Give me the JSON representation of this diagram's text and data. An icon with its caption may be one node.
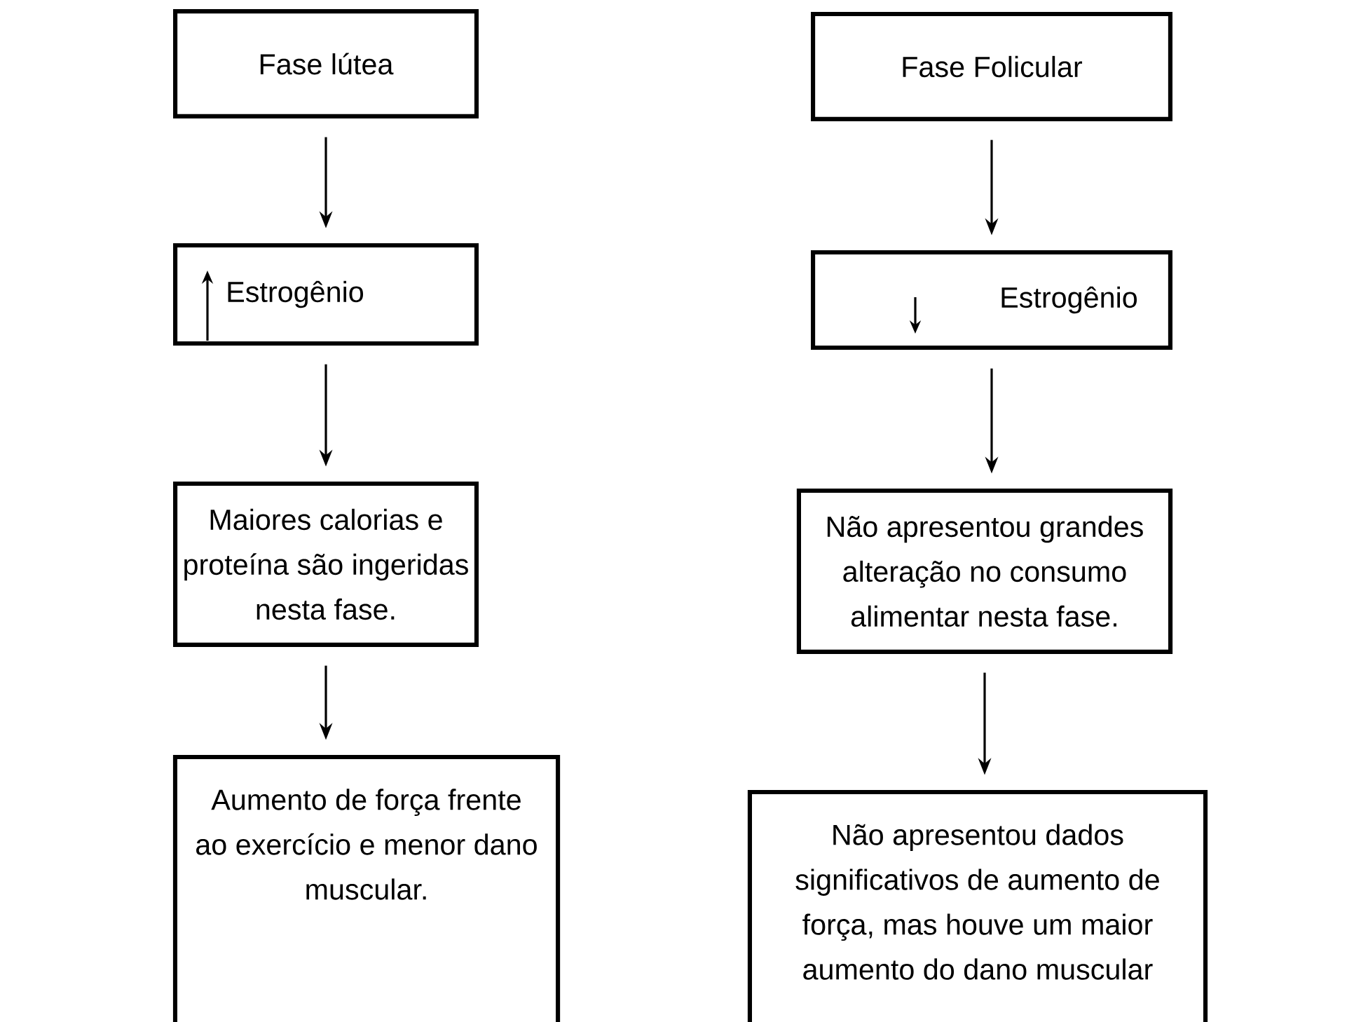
{
  "diagram": {
    "nodes": [
      {
        "text": [
          "Fase lútea"
        ]
      },
      {
        "text": [
          "Estrogênio"
        ]
      },
      {
        "text": [
          "Maiores calorias e proteína são ingeridas nesta fase."
        ]
      },
      {
        "text": [
          "Aumento de força frente ao exercício e menor dano muscular."
        ]
      },
      {
        "text": [
          "Fase Folicular"
        ]
      },
      {
        "text": [
          "Estrogênio"
        ]
      },
      {
        "text": [
          "Não apresentou grandes alteração no consumo alimentar nesta fase."
        ]
      },
      {
        "text": [
          "Não apresentou dados significativos de aumento de força, mas houve um maior aumento do dano muscular"
        ]
      }
    ],
    "edges": [
      {
        "from": 0,
        "to": 1,
        "arrow": "to"
      },
      {
        "from": 1,
        "to": 2,
        "arrow": "to"
      },
      {
        "from": 2,
        "to": 3,
        "arrow": "to"
      },
      {
        "from": 4,
        "to": 5,
        "arrow": "to"
      },
      {
        "from": 5,
        "to": 6,
        "arrow": "to"
      },
      {
        "from": 6,
        "to": 7,
        "arrow": "to"
      }
    ]
  }
}
